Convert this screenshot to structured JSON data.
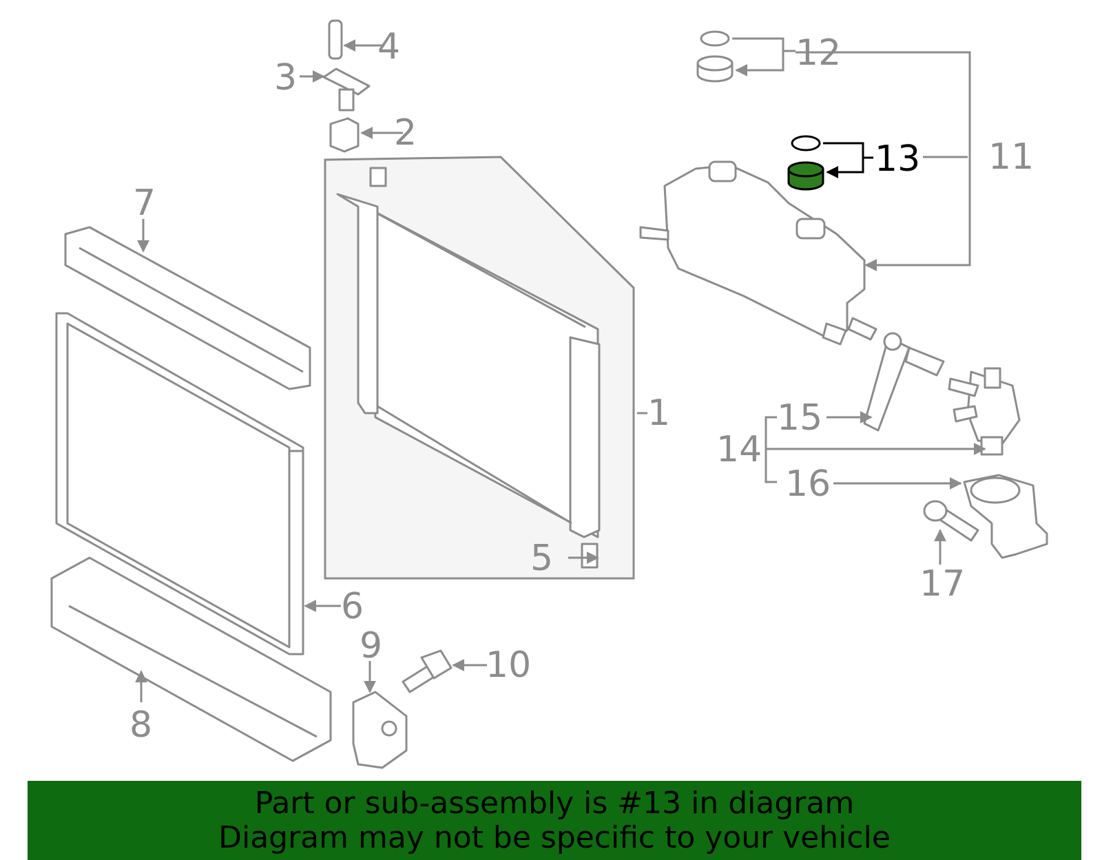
{
  "colors": {
    "line": "#8c8c8c",
    "highlight_fill": "#2e7d1f",
    "highlight_stroke": "#000000",
    "banner": "#0f6b0f",
    "panel": "#f5f5f5"
  },
  "callouts": {
    "c1": "1",
    "c2": "2",
    "c3": "3",
    "c4": "4",
    "c5": "5",
    "c6": "6",
    "c7": "7",
    "c8": "8",
    "c9": "9",
    "c10": "10",
    "c11": "11",
    "c12": "12",
    "c13": "13",
    "c14": "14",
    "c15": "15",
    "c16": "16",
    "c17": "17"
  },
  "highlighted_callout": "13",
  "banner": {
    "line1": "Part or sub-assembly is #13 in diagram",
    "line2": "Diagram may not be specific to your vehicle"
  }
}
